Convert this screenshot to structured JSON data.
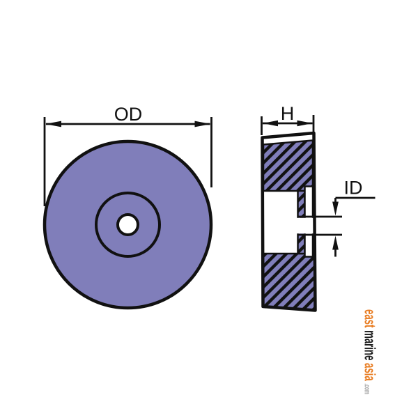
{
  "labels": {
    "outer_diameter": "OD",
    "height": "H",
    "inner_diameter": "ID"
  },
  "watermark": {
    "part1": "east",
    "part2": "marine",
    "part3": "asia",
    "suffix": ".com"
  },
  "colors": {
    "part_fill": "#807eba",
    "line": "#111111",
    "hole_fill": "#ffffff",
    "watermark_orange": "#e87c21",
    "watermark_dark": "#1d1d1d",
    "watermark_gray": "#9b9b9b",
    "background": "#ffffff"
  }
}
